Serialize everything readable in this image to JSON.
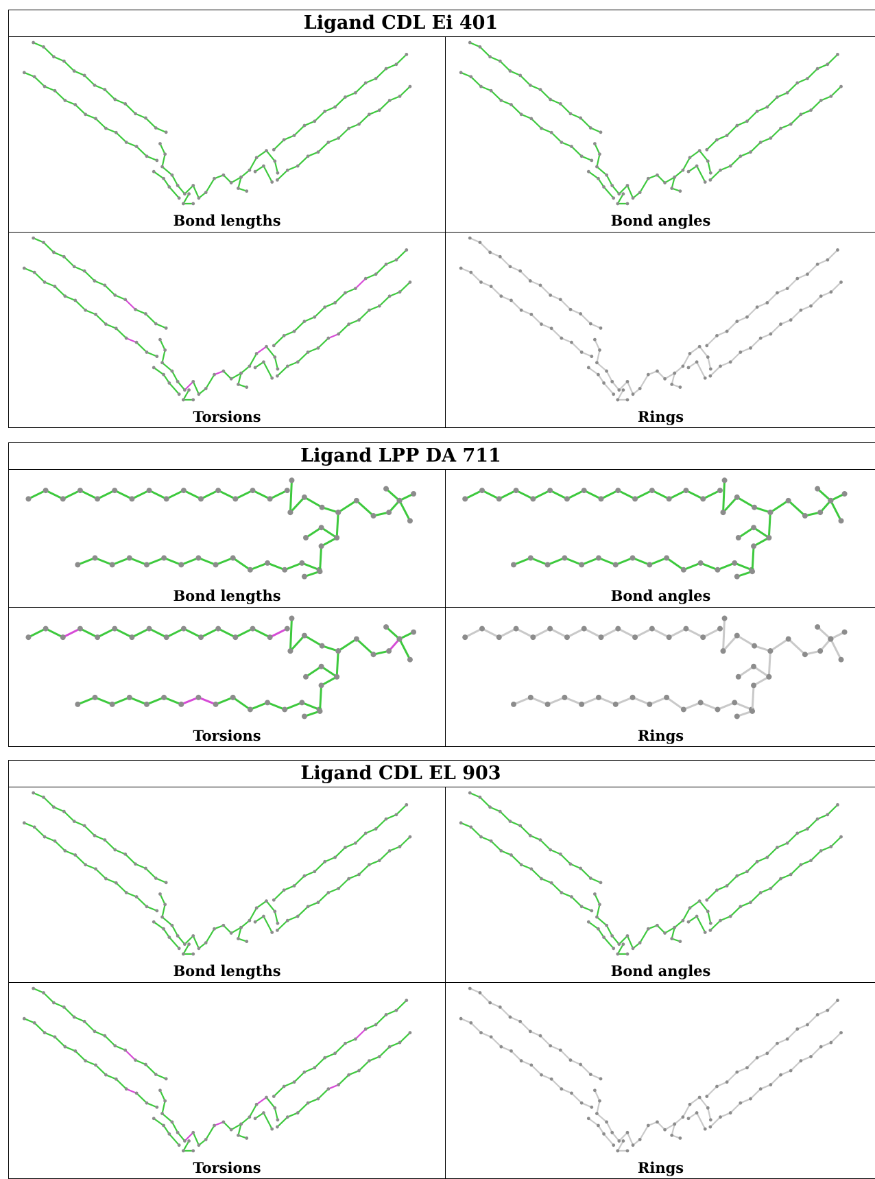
{
  "colors": {
    "ok": "#3dc93d",
    "outlier": "#d64ad6",
    "none": "#c9c9c9",
    "atom": "#8c8c8c"
  },
  "panels": [
    {
      "title": "Ligand CDL Ei 401",
      "shape": "v",
      "captions": [
        "Bond lengths",
        "Bond angles",
        "Torsions",
        "Rings"
      ]
    },
    {
      "title": "Ligand LPP DA 711",
      "shape": "chain",
      "captions": [
        "Bond lengths",
        "Bond angles",
        "Torsions",
        "Rings"
      ]
    },
    {
      "title": "Ligand CDL EL 903",
      "shape": "v",
      "captions": [
        "Bond lengths",
        "Bond angles",
        "Torsions",
        "Rings"
      ]
    }
  ]
}
